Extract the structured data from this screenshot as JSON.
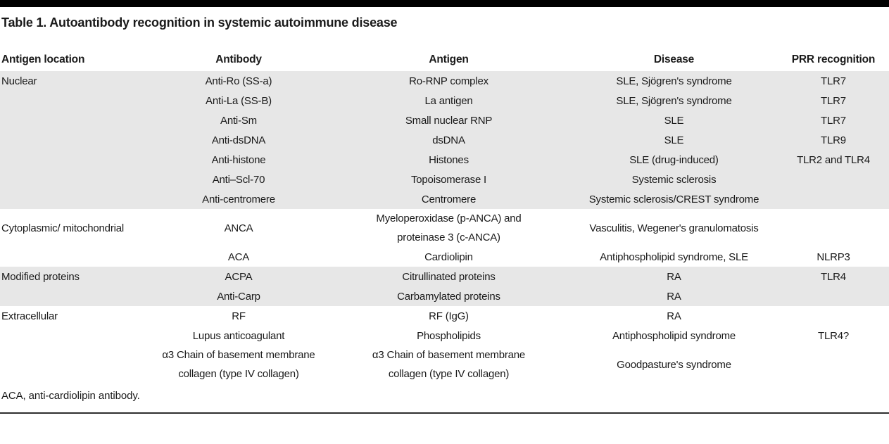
{
  "title": "Table 1. Autoantibody recognition in systemic autoimmune disease",
  "columns": [
    "Antigen location",
    "Antibody",
    "Antigen",
    "Disease",
    "PRR recognition"
  ],
  "groups": [
    {
      "shaded": true,
      "rows": [
        [
          "Nuclear",
          "Anti-Ro (SS-a)",
          "Ro-RNP complex",
          "SLE, Sjögren's syndrome",
          "TLR7"
        ],
        [
          "",
          "Anti-La (SS-B)",
          "La antigen",
          "SLE, Sjögren's syndrome",
          "TLR7"
        ],
        [
          "",
          "Anti-Sm",
          "Small nuclear RNP",
          "SLE",
          "TLR7"
        ],
        [
          "",
          "Anti-dsDNA",
          "dsDNA",
          "SLE",
          "TLR9"
        ],
        [
          "",
          "Anti-histone",
          "Histones",
          "SLE (drug-induced)",
          "TLR2 and TLR4"
        ],
        [
          "",
          "Anti–Scl-70",
          "Topoisomerase I",
          "Systemic sclerosis",
          ""
        ],
        [
          "",
          "Anti-centromere",
          "Centromere",
          "Systemic sclerosis/CREST syndrome",
          ""
        ]
      ]
    },
    {
      "shaded": false,
      "rows": [
        [
          "Cytoplasmic/ mitochondrial",
          "ANCA",
          "Myeloperoxidase (p-ANCA) and\nproteinase 3 (c-ANCA)",
          "Vasculitis, Wegener's granulomatosis",
          ""
        ],
        [
          "",
          "ACA",
          "Cardiolipin",
          "Antiphospholipid syndrome, SLE",
          "NLRP3"
        ]
      ]
    },
    {
      "shaded": true,
      "rows": [
        [
          "Modified proteins",
          "ACPA",
          "Citrullinated proteins",
          "RA",
          "TLR4"
        ],
        [
          "",
          "Anti-Carp",
          "Carbamylated proteins",
          "RA",
          ""
        ]
      ]
    },
    {
      "shaded": false,
      "rows": [
        [
          "Extracellular",
          "RF",
          "RF (IgG)",
          "RA",
          ""
        ],
        [
          "",
          "Lupus anticoagulant",
          "Phospholipids",
          "Antiphospholipid syndrome",
          "TLR4?"
        ],
        [
          "",
          "α3 Chain of basement membrane\ncollagen (type IV collagen)",
          "α3 Chain of basement membrane\ncollagen (type IV collagen)",
          "Goodpasture's syndrome",
          ""
        ]
      ]
    }
  ],
  "footnote": "ACA, anti-cardiolipin antibody.",
  "colors": {
    "shaded_row": "#e7e7e7",
    "top_bar": "#000000",
    "bottom_rule": "#2e2e2e",
    "text": "#1a1a1a"
  }
}
